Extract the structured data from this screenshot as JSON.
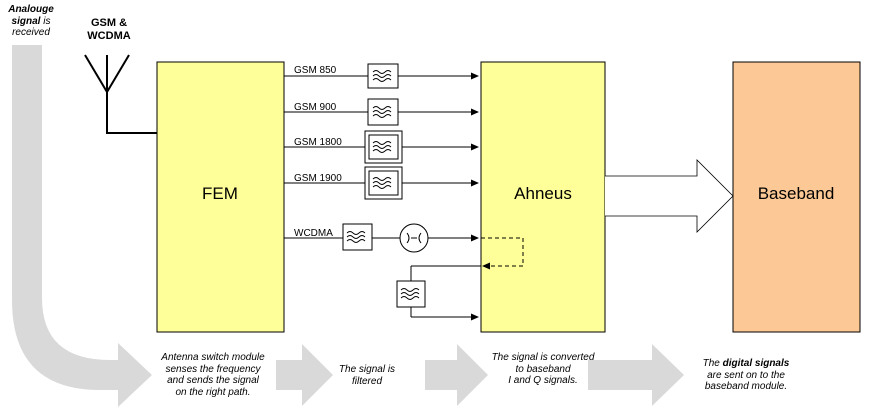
{
  "antenna": {
    "label_line1": "GSM &",
    "label_line2": "WCDMA"
  },
  "blocks": {
    "fem": "FEM",
    "ahneus": "Ahneus",
    "baseband": "Baseband"
  },
  "paths": [
    "GSM 850",
    "GSM 900",
    "GSM 1800",
    "GSM 1900",
    "WCDMA"
  ],
  "stages": {
    "received_line1": "Analouge",
    "received_line2_bold": "signal",
    "received_line2_rest": " is",
    "received_line3": "received",
    "antenna_switch": [
      "Antenna switch module",
      "senses the frequency",
      "and sends the signal",
      "on the right path."
    ],
    "filtered": [
      "The signal is",
      "filtered"
    ],
    "converted": [
      "The signal is converted",
      "to baseband",
      "I and Q signals."
    ],
    "digital_line1_pre": "The ",
    "digital_line1_bold": "digital signals",
    "digital_line2": "are sent on to the",
    "digital_line3": "baseband module."
  },
  "colors": {
    "fem_fill": "#ffff99",
    "ahneus_fill": "#ffff99",
    "baseband_fill": "#fcc996",
    "flow_arrow": "#d9d9d9"
  }
}
